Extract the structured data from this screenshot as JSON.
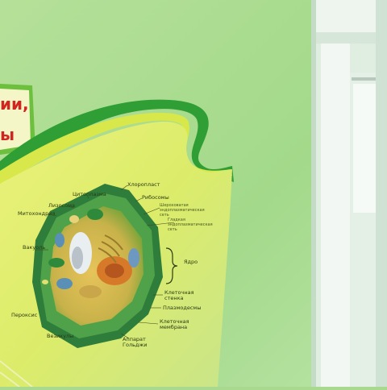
{
  "scene": {
    "description_colors": {
      "wall": "#a9d98e",
      "wall_light": "#c6ecb2",
      "poster_fill": "#e4ef6a",
      "ribbon_green": "#2c9a33",
      "door_white": "#eef3f0"
    }
  },
  "poster": {
    "title_fragments": [
      "ии,",
      "ы"
    ],
    "labels": {
      "chloroplast": "Хлоропласт",
      "ribosomes": "Рибосомы",
      "cytoplasm": "Цитоплазма",
      "lysosome": "Лизосома",
      "mitochondrion": "Митохондрия",
      "rough_er": "Шероховатая эндоплазматическая сеть",
      "smooth_er": "Гладкая эндоплазматическая сеть",
      "vacuole": "Вакуоль",
      "nucleus": "Ядро",
      "cell_wall": "Клеточная стенка",
      "plasmodesmata": "Плазмодесмы",
      "cell_membrane": "Клеточная мембрана",
      "peroxisome": "Пероксис",
      "vesicles": "Везикулы",
      "golgi": "Аппарат Гольджи"
    }
  }
}
